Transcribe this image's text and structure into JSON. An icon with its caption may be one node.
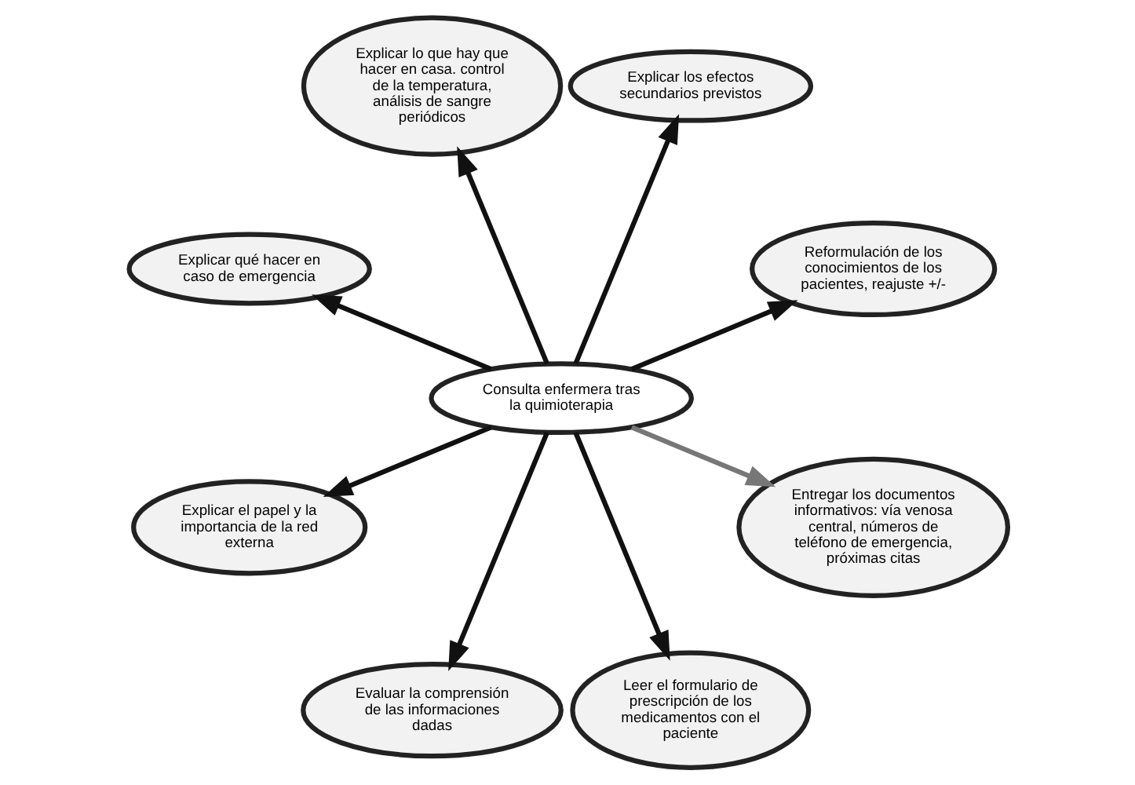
{
  "diagram": {
    "nodes": [
      {
        "text": [
          "Consulta enfermera tras la quimioterapia"
        ]
      },
      {
        "text": [
          "Reformulación de los conocimientos de los pacientes, reajuste +/-"
        ]
      },
      {
        "text": [
          "Explicar los efectos secundarios previstos"
        ]
      },
      {
        "text": [
          "Explicar lo que hay que hacer en casa. control de la temperatura, análisis de sangre periódicos"
        ]
      },
      {
        "text": [
          "Explicar qué hacer en caso de emergencia"
        ]
      },
      {
        "text": [
          "Explicar el papel y la importancia de la red externa"
        ]
      },
      {
        "text": [
          "Evaluar la comprensión de las informaciones dadas"
        ]
      },
      {
        "text": [
          "Leer el formulario de prescripción de los medicamentos con el paciente"
        ]
      },
      {
        "text": [
          "Entregar los documentos informativos: vía venosa central, números de teléfono de emergencia, próximas citas"
        ]
      }
    ],
    "edges": [
      {
        "from": 0,
        "to": 1,
        "arrow": "to"
      },
      {
        "from": 0,
        "to": 2,
        "arrow": "to"
      },
      {
        "from": 0,
        "to": 3,
        "arrow": "to"
      },
      {
        "from": 0,
        "to": 4,
        "arrow": "to"
      },
      {
        "from": 0,
        "to": 5,
        "arrow": "to"
      },
      {
        "from": 0,
        "to": 6,
        "arrow": "to"
      },
      {
        "from": 0,
        "to": 7,
        "arrow": "to"
      },
      {
        "from": 0,
        "to": 8,
        "arrow": "to",
        "color": "#777777"
      }
    ]
  }
}
